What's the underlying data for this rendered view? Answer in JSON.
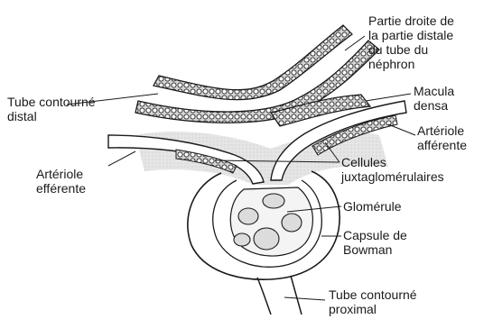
{
  "labels": {
    "partie_droite": [
      "Partie droite de",
      "la partie distale",
      "du tube du",
      "néphron"
    ],
    "tube_distal": [
      "Tube contourné",
      "distal"
    ],
    "macula_densa": [
      "Macula",
      "densa"
    ],
    "arteriole_afferente": [
      "Artériole",
      "afférente"
    ],
    "arteriole_efferente": [
      "Artériole",
      "efférente"
    ],
    "cellules_jg": [
      "Cellules",
      "juxtaglomérulaires"
    ],
    "glomerule": [
      "Glomérule"
    ],
    "capsule_bowman": [
      "Capsule de",
      "Bowman"
    ],
    "tube_proximal": [
      "Tube contourné",
      "proximal"
    ]
  },
  "colors": {
    "ink": "#1a1a1a",
    "shade": "#c8c8c8",
    "background": "#ffffff"
  }
}
